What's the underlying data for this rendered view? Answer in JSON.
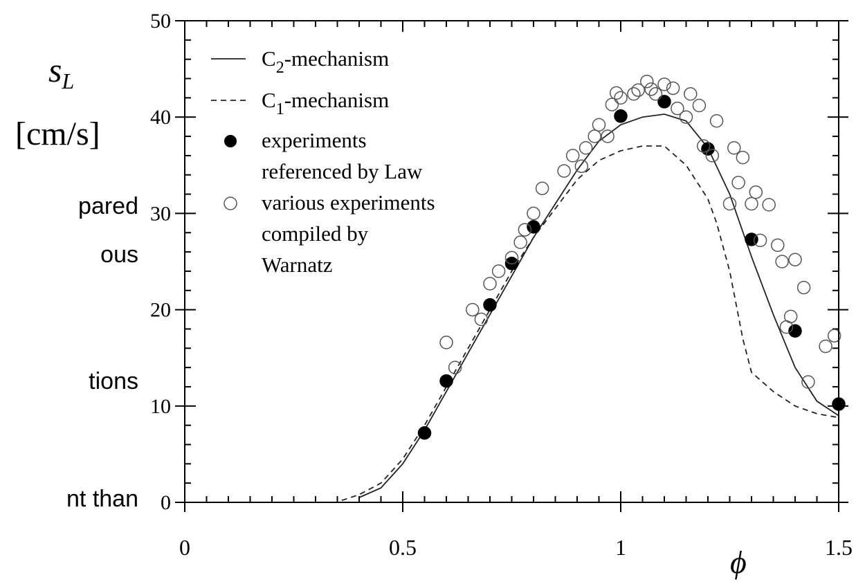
{
  "slide_fragments": [
    "pared",
    "ous",
    "tions",
    "nt than"
  ],
  "chart_data": {
    "type": "scatter",
    "xlabel": "ϕ",
    "ylabel_symbol": "s",
    "ylabel_subscript": "L",
    "ylabel_unit": "[cm/s]",
    "xlim": [
      0,
      1.5
    ],
    "ylim": [
      0,
      50
    ],
    "x_ticks": [
      {
        "value": 0,
        "label": "0"
      },
      {
        "value": 0.5,
        "label": "0.5"
      },
      {
        "value": 1,
        "label": "1"
      },
      {
        "value": 1.5,
        "label": "1.5"
      }
    ],
    "y_ticks": [
      {
        "value": 0,
        "label": "0"
      },
      {
        "value": 10,
        "label": "10"
      },
      {
        "value": 20,
        "label": "20"
      },
      {
        "value": 30,
        "label": "30"
      },
      {
        "value": 40,
        "label": "40"
      },
      {
        "value": 50,
        "label": "50"
      }
    ],
    "legend": {
      "position": "top-left",
      "entries": [
        {
          "style": "solid-line",
          "pre": "C",
          "sub": "2",
          "post": "-mechanism"
        },
        {
          "style": "dashed-line",
          "pre": "C",
          "sub": "1",
          "post": "-mechanism"
        },
        {
          "style": "filled-circle",
          "lines": [
            "experiments",
            "referenced by Law"
          ]
        },
        {
          "style": "open-circle",
          "lines": [
            "various experiments",
            "compiled by",
            "Warnatz"
          ]
        }
      ]
    },
    "series": [
      {
        "style": "solid-line",
        "x": [
          0.4,
          0.45,
          0.5,
          0.55,
          0.6,
          0.65,
          0.7,
          0.75,
          0.8,
          0.85,
          0.9,
          0.95,
          1.0,
          1.05,
          1.1,
          1.15,
          1.2,
          1.25,
          1.3,
          1.35,
          1.4,
          1.45,
          1.5
        ],
        "y": [
          0.5,
          1.5,
          4.0,
          7.5,
          11.5,
          15.5,
          19.5,
          23.5,
          27.5,
          31.0,
          34.5,
          37.5,
          39.2,
          40.0,
          40.3,
          39.6,
          36.8,
          32.0,
          25.5,
          19.5,
          14.0,
          10.5,
          9.0
        ]
      },
      {
        "style": "dashed-line",
        "x": [
          0.36,
          0.4,
          0.45,
          0.5,
          0.55,
          0.6,
          0.65,
          0.7,
          0.75,
          0.8,
          0.85,
          0.9,
          0.95,
          1.0,
          1.05,
          1.1,
          1.15,
          1.2,
          1.22,
          1.25,
          1.28,
          1.3,
          1.35,
          1.4,
          1.45,
          1.5
        ],
        "y": [
          0.2,
          0.8,
          2.0,
          4.5,
          8.0,
          12.0,
          16.0,
          20.0,
          24.0,
          27.5,
          30.5,
          33.5,
          35.5,
          36.5,
          37.0,
          37.0,
          35.0,
          31.5,
          29.0,
          24.0,
          17.0,
          13.5,
          11.5,
          10.0,
          9.2,
          8.8
        ]
      },
      {
        "style": "filled-circle",
        "x": [
          0.55,
          0.6,
          0.7,
          0.75,
          0.8,
          1.0,
          1.1,
          1.2,
          1.3,
          1.4,
          1.5
        ],
        "y": [
          7.2,
          12.6,
          20.5,
          24.8,
          28.6,
          40.1,
          41.6,
          36.7,
          27.3,
          17.8,
          10.2
        ]
      },
      {
        "style": "open-circle",
        "x": [
          0.6,
          0.62,
          0.66,
          0.68,
          0.7,
          0.72,
          0.75,
          0.77,
          0.78,
          0.8,
          0.82,
          0.87,
          0.89,
          0.91,
          0.92,
          0.94,
          0.95,
          0.97,
          0.98,
          0.99,
          1.0,
          1.03,
          1.04,
          1.06,
          1.07,
          1.08,
          1.1,
          1.12,
          1.13,
          1.15,
          1.16,
          1.18,
          1.19,
          1.21,
          1.22,
          1.25,
          1.26,
          1.27,
          1.28,
          1.3,
          1.31,
          1.32,
          1.34,
          1.36,
          1.37,
          1.38,
          1.39,
          1.4,
          1.42,
          1.43,
          1.47,
          1.49
        ],
        "y": [
          16.6,
          14.0,
          20.0,
          19.0,
          22.7,
          24.0,
          25.4,
          27.0,
          28.3,
          30.0,
          32.6,
          34.4,
          36.0,
          34.9,
          36.8,
          38.0,
          39.2,
          38.0,
          41.3,
          42.5,
          42.0,
          42.4,
          42.8,
          43.7,
          42.9,
          42.4,
          43.4,
          43.0,
          40.9,
          40.0,
          42.4,
          41.2,
          37.0,
          36.0,
          39.6,
          31.0,
          36.8,
          33.2,
          35.8,
          31.0,
          32.2,
          27.2,
          30.9,
          26.7,
          25.0,
          18.2,
          19.3,
          25.2,
          22.3,
          12.5,
          16.2,
          17.3
        ]
      }
    ]
  }
}
